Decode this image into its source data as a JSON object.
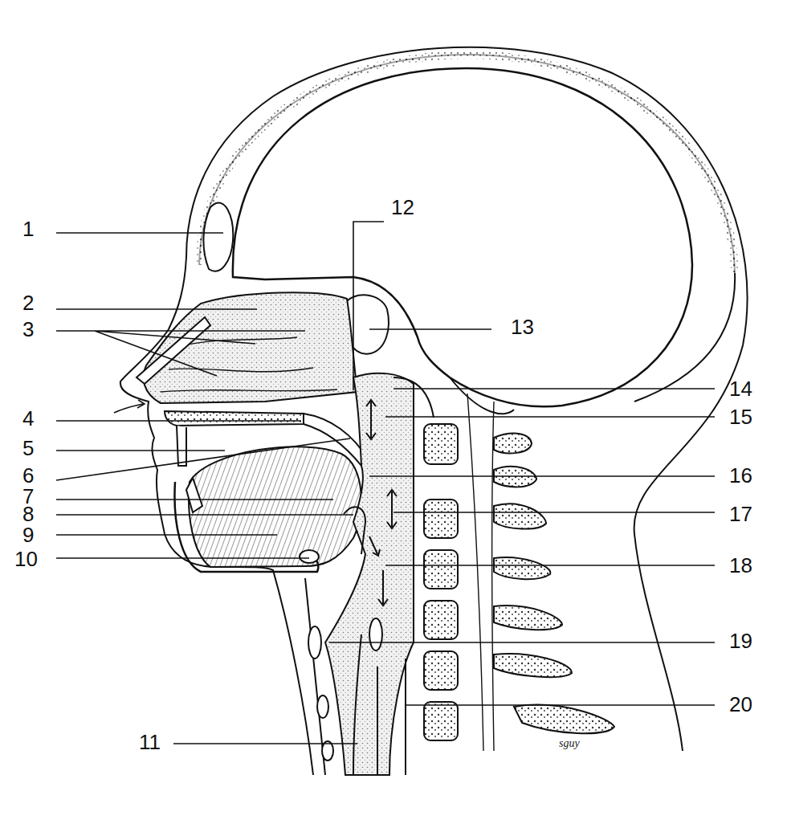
{
  "diagram": {
    "labels": [
      "1",
      "2",
      "3",
      "4",
      "5",
      "6",
      "7",
      "8",
      "9",
      "10",
      "11",
      "12",
      "13",
      "14",
      "15",
      "16",
      "17",
      "18",
      "19",
      "20",
      "sguy"
    ]
  }
}
